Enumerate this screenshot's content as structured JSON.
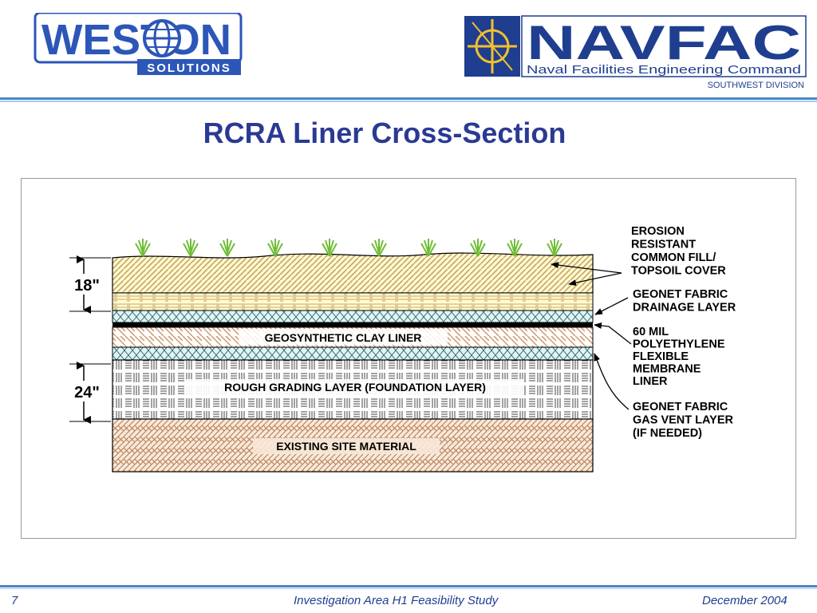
{
  "header": {
    "weston_logo": {
      "name": "WESTON",
      "tag": "SOLUTIONS"
    },
    "navfac_logo": {
      "name": "NAVFAC",
      "subtitle": "Naval Facilities Engineering Command",
      "division": "SOUTHWEST DIVISION"
    }
  },
  "title": "RCRA Liner Cross-Section",
  "diagram": {
    "dimensions": [
      "18\"",
      "24\""
    ],
    "layer_labels": [
      "GEOSYNTHETIC CLAY LINER",
      "ROUGH GRADING LAYER (FOUNDATION LAYER)",
      "EXISTING SITE MATERIAL"
    ],
    "callouts": {
      "erosion": [
        "EROSION",
        "RESISTANT",
        "COMMON FILL/",
        "TOPSOIL COVER"
      ],
      "drainage": [
        "GEONET FABRIC",
        "DRAINAGE LAYER"
      ],
      "membrane": [
        "60 MIL",
        "POLYETHYLENE",
        "FLEXIBLE",
        "MEMBRANE",
        "LINER"
      ],
      "gasvent": [
        "GEONET FABRIC",
        "GAS VENT LAYER",
        "(IF NEEDED)"
      ]
    },
    "colors": {
      "topsoil": "#fffbd0",
      "topsoil_hatch": "#c9a46a",
      "clay_hatch": "#c98a5a",
      "geonet_fill": "#e3f3f3",
      "geonet_hatch": "#2f6f72",
      "rough_grading_hatch": "#444444",
      "existing_fill": "#f8e8d8",
      "existing_hatch": "#b27a52",
      "plant": "#6fbd35"
    }
  },
  "footer": {
    "page_number": "7",
    "study": "Investigation Area H1 Feasibility Study",
    "date": "December 2004"
  }
}
